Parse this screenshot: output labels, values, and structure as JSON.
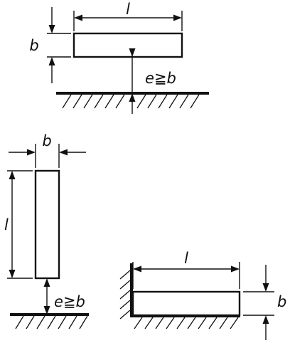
{
  "labels": {
    "length": "l",
    "width": "b",
    "clearance": "e≧b"
  },
  "colors": {
    "ink": "#111111",
    "background": "#ffffff"
  }
}
